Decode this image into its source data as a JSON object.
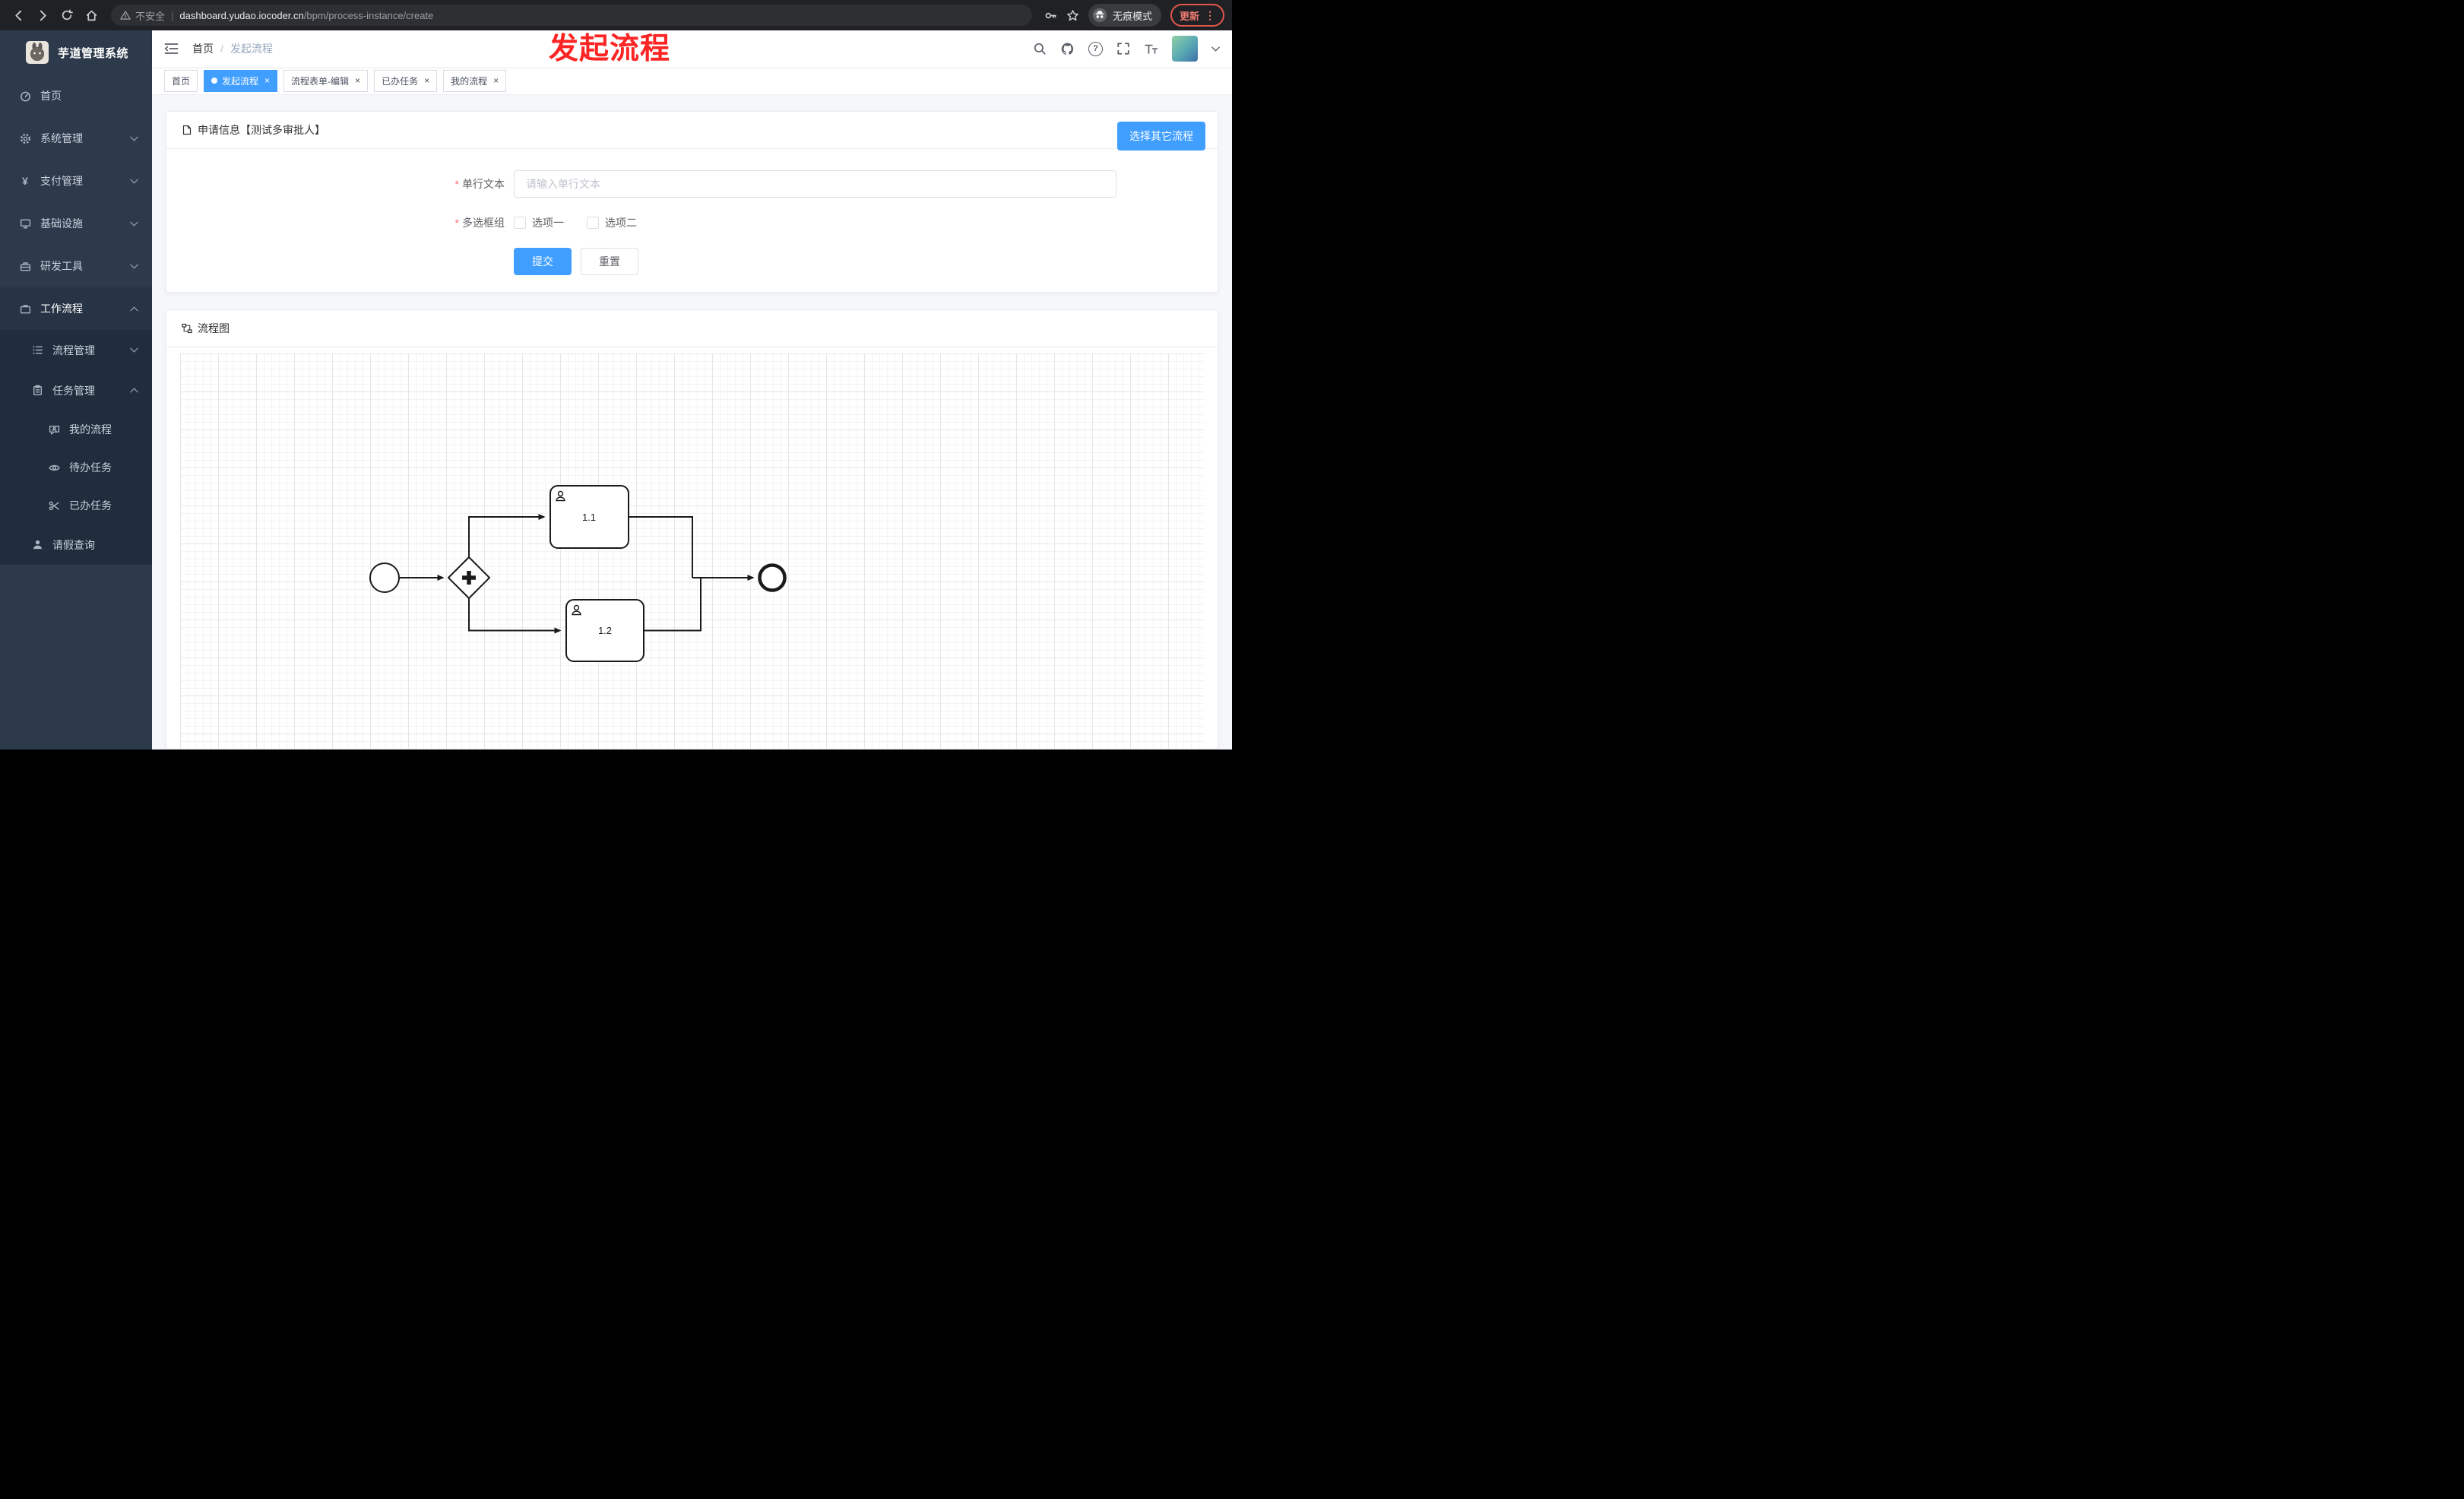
{
  "browser": {
    "security_label": "不安全",
    "url_host": "dashboard.yudao.iocoder.cn",
    "url_path": "/bpm/process-instance/create",
    "incognito_label": "无痕模式",
    "update_label": "更新"
  },
  "overlay": {
    "title": "发起流程"
  },
  "icons": {
    "close": "×",
    "dots": "⋮",
    "question": "?",
    "separator": "|",
    "slash": "/",
    "yen": "¥"
  },
  "sidebar": {
    "title": "芋道管理系统",
    "items": [
      {
        "label": "首页"
      },
      {
        "label": "系统管理"
      },
      {
        "label": "支付管理"
      },
      {
        "label": "基础设施"
      },
      {
        "label": "研发工具"
      },
      {
        "label": "工作流程"
      },
      {
        "label": "流程管理"
      },
      {
        "label": "任务管理"
      },
      {
        "label": "我的流程"
      },
      {
        "label": "待办任务"
      },
      {
        "label": "已办任务"
      },
      {
        "label": "请假查询"
      }
    ]
  },
  "breadcrumb": {
    "home": "首页",
    "current": "发起流程"
  },
  "tabs": [
    {
      "label": "首页",
      "active": false
    },
    {
      "label": "发起流程",
      "active": true
    },
    {
      "label": "流程表单-编辑",
      "active": false
    },
    {
      "label": "已办任务",
      "active": false
    },
    {
      "label": "我的流程",
      "active": false
    }
  ],
  "form_card": {
    "title": "申请信息【测试多审批人】",
    "other_process_button": "选择其它流程",
    "fields": {
      "text": {
        "label": "单行文本",
        "placeholder": "请输入单行文本",
        "value": ""
      },
      "checkbox": {
        "label": "多选框组",
        "options": [
          "选项一",
          "选项二"
        ]
      }
    },
    "submit_label": "提交",
    "reset_label": "重置"
  },
  "diagram_card": {
    "title": "流程图",
    "tasks": [
      {
        "label": "1.1"
      },
      {
        "label": "1.2"
      }
    ]
  },
  "colors": {
    "primary": "#409eff",
    "sidebar_bg": "#2d3a4b",
    "submenu_bg": "#1f2d3d",
    "overlay_red": "#fb2525",
    "update_red": "#e2574c"
  }
}
